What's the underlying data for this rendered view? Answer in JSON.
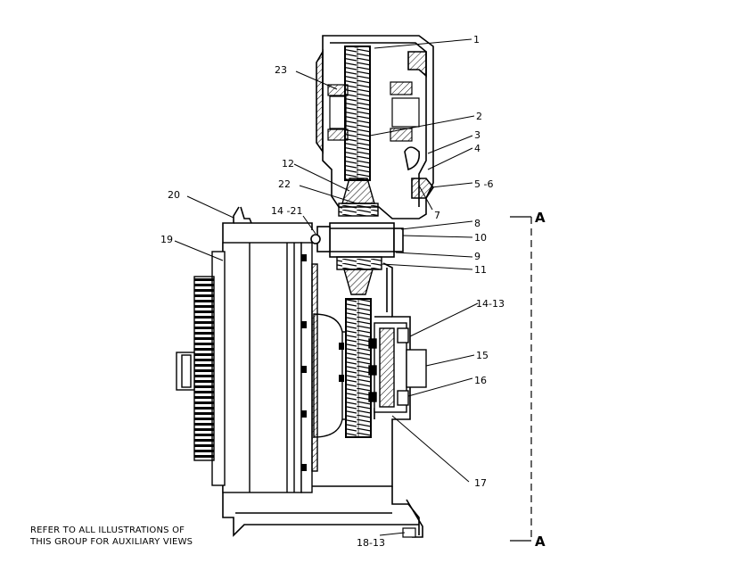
{
  "callouts": {
    "c1": "1",
    "c2": "2",
    "c3": "3",
    "c4": "4",
    "c5_6": "5 -6",
    "c7": "7",
    "c8": "8",
    "c9": "9",
    "c10": "10",
    "c11": "11",
    "c12": "12",
    "c14_13": "14-13",
    "c14_21": "14 -21",
    "c15": "15",
    "c16": "16",
    "c17": "17",
    "c18_13": "18-13",
    "c19": "19",
    "c20": "20",
    "c22": "22",
    "c23": "23"
  },
  "section": {
    "top": "A",
    "bottom": "A"
  },
  "note": {
    "line1": "REFER TO ALL ILLUSTRATIONS OF",
    "line2": "THIS GROUP FOR AUXILIARY VIEWS"
  }
}
